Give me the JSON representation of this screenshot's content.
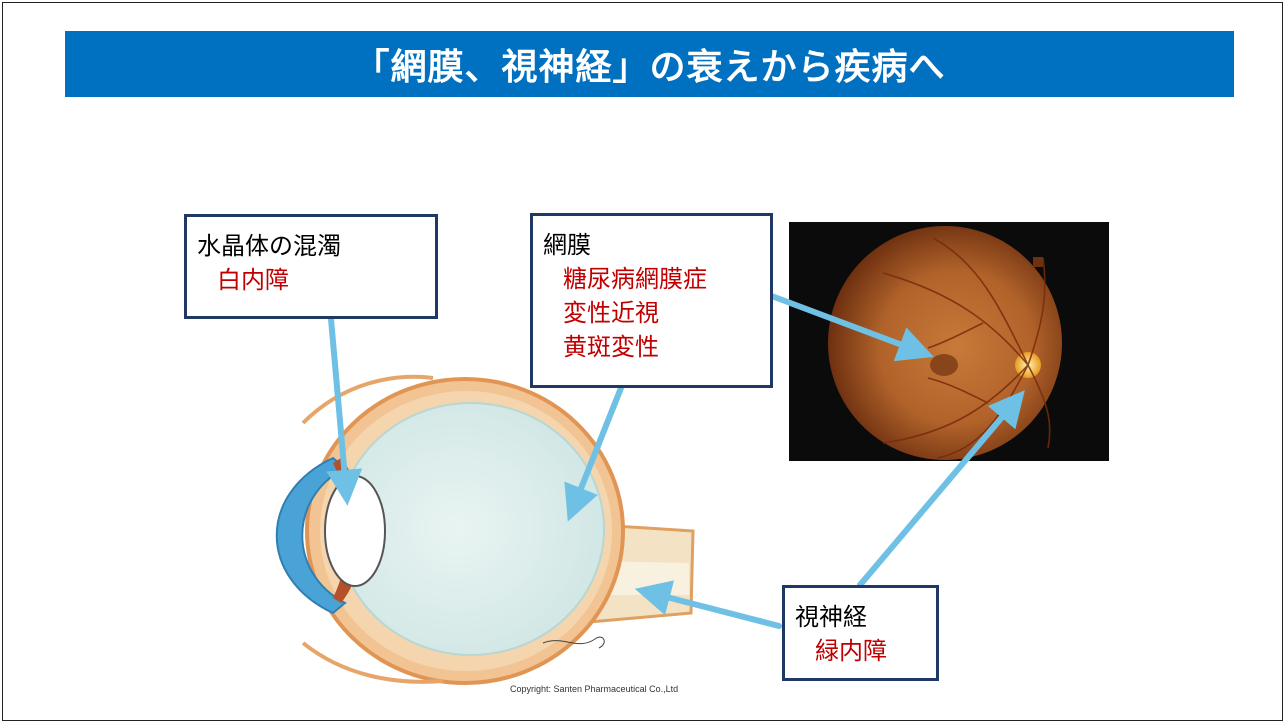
{
  "slide": {
    "title": "「網膜、視神経」の衰えから疾病へ",
    "copyright": "Copyright: Santen Pharmaceutical Co.,Ltd"
  },
  "labels": {
    "lens": {
      "heading": "水晶体の混濁",
      "diseases": [
        "白内障"
      ]
    },
    "retina": {
      "heading": "網膜",
      "diseases": [
        "糖尿病網膜症",
        "変性近視",
        "黄斑変性"
      ]
    },
    "optic_nerve": {
      "heading": "視神経",
      "diseases": [
        "緑内障"
      ]
    }
  },
  "colors": {
    "title_bar": "#0070c0",
    "box_border": "#1f3864",
    "disease_text": "#c00000",
    "arrow": "#6ec1e4"
  },
  "images": {
    "eye_diagram": "eye-cross-section-illustration",
    "fundus_photo": "retina-fundus-photo"
  }
}
